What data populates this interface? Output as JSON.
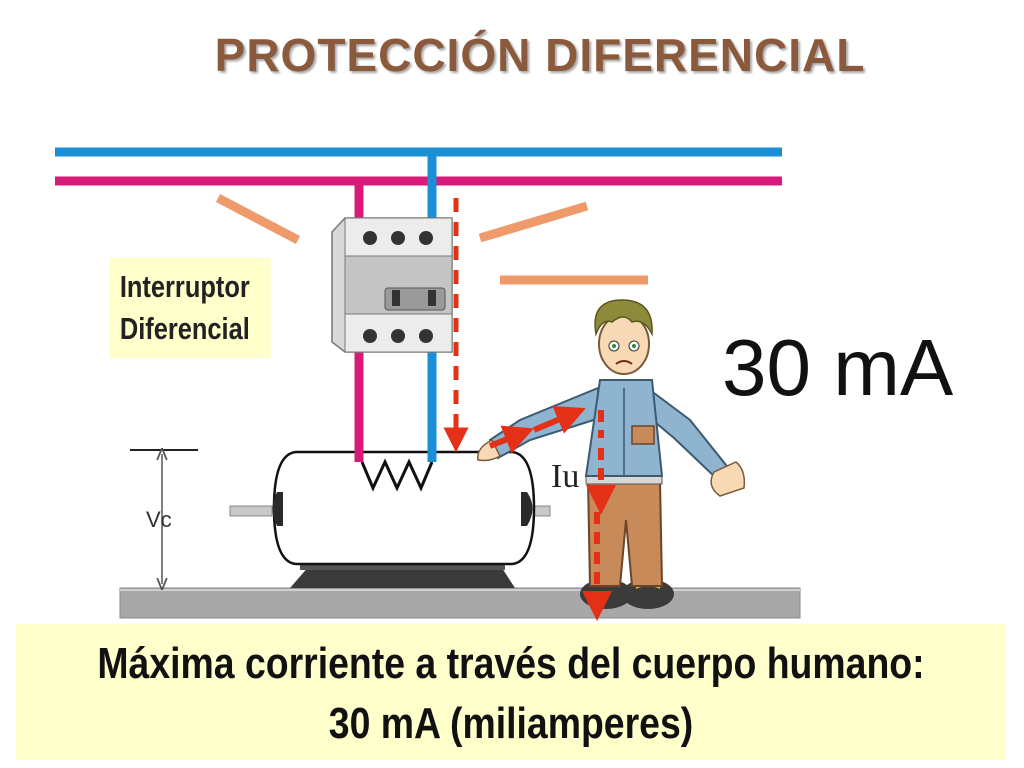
{
  "title": "PROTECCIÓN DIFERENCIAL",
  "device_label": {
    "line1": "Interruptor",
    "line2": "Diferencial"
  },
  "current_value": "30 mA",
  "body_current_label": "Iu",
  "contact_voltage_label": "Vc",
  "footer": {
    "line1": "Máxima corriente a través del cuerpo humano:",
    "line2": "30 mA (miliamperes)"
  },
  "colors": {
    "title": "#8b5a3c",
    "phase_wire": "#d81b7a",
    "neutral_wire": "#1a8fd6",
    "leak_arrow": "#e53018",
    "label_background": "#ffffcc",
    "floor": "#a8a8a8"
  }
}
